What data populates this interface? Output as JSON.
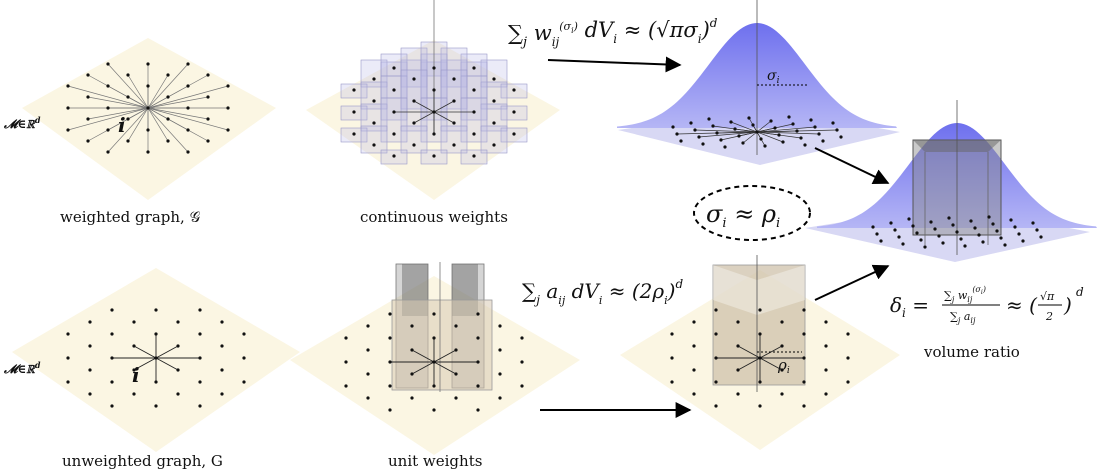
{
  "labels": {
    "manifold": "𝓜∈ℝ",
    "manifold_exp": "d",
    "node": "i",
    "sigma_small": "σ",
    "rho_small": "ρ",
    "sub_i": "i"
  },
  "captions": {
    "weighted_graph": "weighted graph, 𝒢",
    "continuous_weights": "continuous weights",
    "unweighted_graph": "unweighted graph, G",
    "unit_weights": "unit weights",
    "volume_ratio": "volume ratio"
  },
  "equations": {
    "continuous_volume": "∑ⱼ wᵢⱼ⁽σᵢ⁾ dVᵢ ≈ (√π σᵢ)ᵈ",
    "unit_volume": "∑ⱼ aᵢⱼ dVᵢ ≈ (2ρᵢ)ᵈ",
    "sigma_rho": "σᵢ ≈ ρᵢ",
    "delta": "δᵢ = ∑ⱼ wᵢⱼ⁽σᵢ⁾ / ∑ⱼ aᵢⱼ ≈ (√π / 2)ᵈ"
  },
  "colors": {
    "plane": "#fbf6e3",
    "gaussian": "#7b7df0",
    "box_gray": "#8a8a8a",
    "tan_box": "#d9cbb4",
    "lavender_box": "#b8b6e6",
    "arrow": "#000000"
  }
}
